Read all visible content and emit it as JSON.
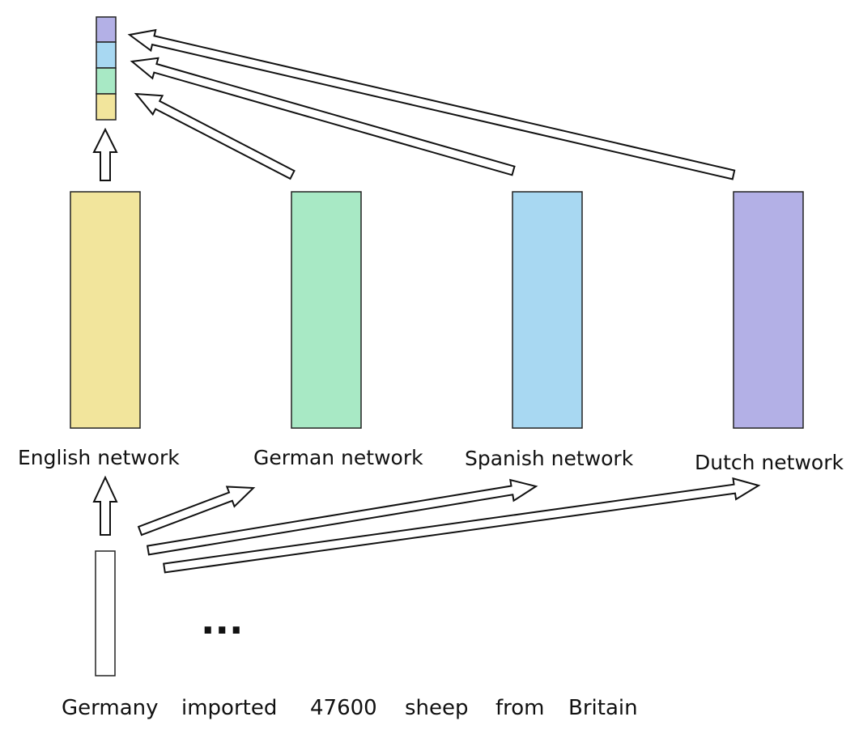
{
  "networks": [
    {
      "label": "English network",
      "color": "#f2e59c"
    },
    {
      "label": "German network",
      "color": "#a8e9c5"
    },
    {
      "label": "Spanish network",
      "color": "#a8d8f2"
    },
    {
      "label": "Dutch network",
      "color": "#b3b0e6"
    }
  ],
  "ellipsis": "...",
  "sentence": {
    "words": [
      "Germany",
      "imported",
      "47600",
      "sheep",
      "from",
      "Britain"
    ]
  },
  "colors": {
    "english": "#f2e59c",
    "german": "#a8e9c5",
    "spanish": "#a8d8f2",
    "dutch": "#b3b0e6",
    "input_vector": "#ffffff",
    "stroke": "#111111"
  }
}
